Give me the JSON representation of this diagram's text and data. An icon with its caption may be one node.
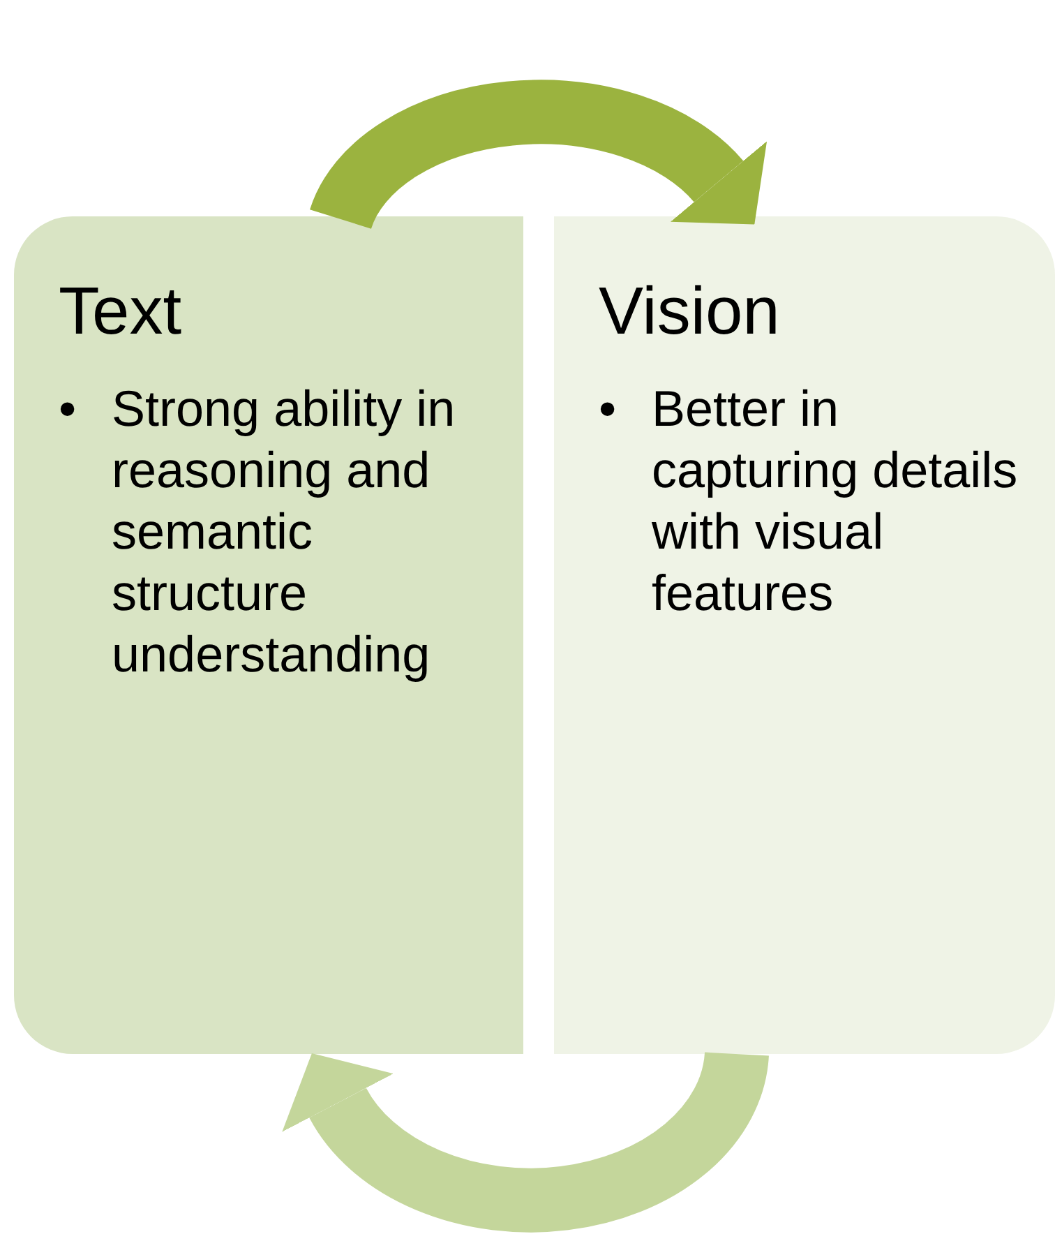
{
  "diagram": {
    "nodes": [
      {
        "text": [
          "Text",
          "•",
          "Strong ability in reasoning and semantic structure understanding"
        ]
      },
      {
        "text": [
          "Vision",
          "•",
          "Better in capturing details with visual features"
        ]
      }
    ],
    "edges": [
      {
        "from": 0,
        "to": 1,
        "arrow": "to",
        "color": "#9bb33f"
      },
      {
        "from": 1,
        "to": 0,
        "arrow": "to",
        "color": "#c4d69b"
      }
    ]
  }
}
